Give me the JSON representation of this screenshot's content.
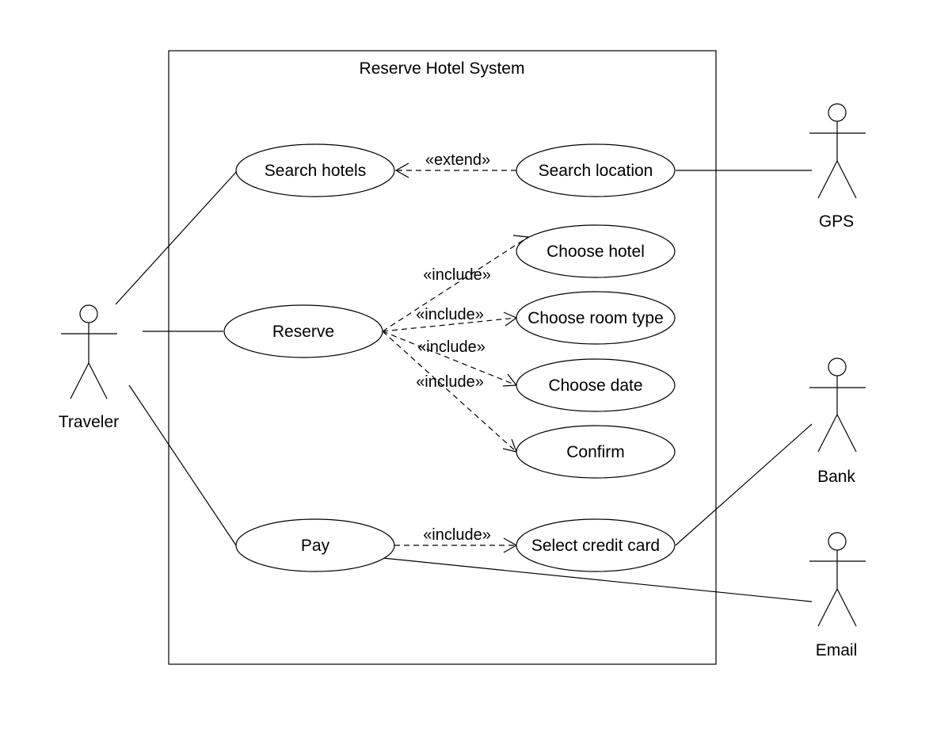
{
  "system": {
    "title": "Reserve Hotel System"
  },
  "actors": {
    "traveler": "Traveler",
    "gps": "GPS",
    "bank": "Bank",
    "email": "Email"
  },
  "use_cases": {
    "search_hotels": "Search hotels",
    "search_location": "Search location",
    "choose_hotel": "Choose hotel",
    "reserve": "Reserve",
    "choose_room_type": "Choose room type",
    "choose_date": "Choose date",
    "confirm": "Confirm",
    "pay": "Pay",
    "select_credit_card": "Select credit card"
  },
  "relationships": {
    "extend_search": "«extend»",
    "include_choose_hotel": "«include»",
    "include_choose_room_type": "«include»",
    "include_choose_date": "«include»",
    "include_confirm": "«include»",
    "include_select_credit_card": "«include»"
  }
}
